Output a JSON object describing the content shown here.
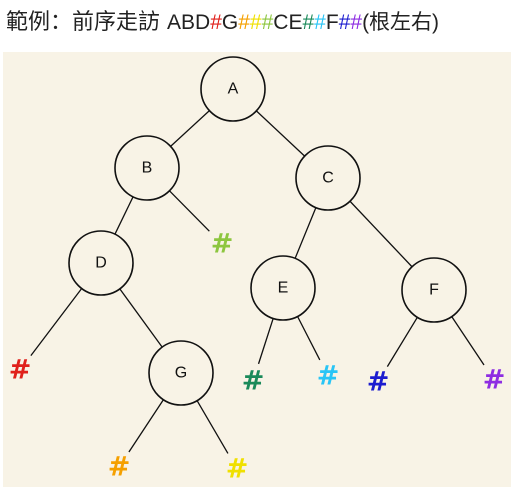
{
  "heading": {
    "prefix": "範例：前序走訪 ",
    "tokens": [
      {
        "text": "A",
        "color": "#222222"
      },
      {
        "text": "B",
        "color": "#222222"
      },
      {
        "text": "D",
        "color": "#222222"
      },
      {
        "text": "#",
        "color": "#e0201b"
      },
      {
        "text": "G",
        "color": "#222222"
      },
      {
        "text": "#",
        "color": "#f5a000"
      },
      {
        "text": "#",
        "color": "#f0e000"
      },
      {
        "text": "#",
        "color": "#8dc63f"
      },
      {
        "text": "C",
        "color": "#222222"
      },
      {
        "text": "E",
        "color": "#222222"
      },
      {
        "text": "#",
        "color": "#1a8a5a"
      },
      {
        "text": "#",
        "color": "#29c5f6"
      },
      {
        "text": "F",
        "color": "#222222"
      },
      {
        "text": "#",
        "color": "#1c1ccf"
      },
      {
        "text": "#",
        "color": "#8e2de2"
      }
    ],
    "suffix": "(根左右)"
  },
  "tree": {
    "nodes": [
      {
        "id": "A",
        "label": "A"
      },
      {
        "id": "B",
        "label": "B"
      },
      {
        "id": "C",
        "label": "C"
      },
      {
        "id": "D",
        "label": "D"
      },
      {
        "id": "E",
        "label": "E"
      },
      {
        "id": "F",
        "label": "F"
      },
      {
        "id": "G",
        "label": "G"
      }
    ],
    "edges": [
      {
        "from": "A",
        "to": "B"
      },
      {
        "from": "A",
        "to": "C"
      },
      {
        "from": "B",
        "to": "D"
      },
      {
        "from": "B",
        "to": "n4"
      },
      {
        "from": "D",
        "to": "n1"
      },
      {
        "from": "D",
        "to": "G"
      },
      {
        "from": "G",
        "to": "n2"
      },
      {
        "from": "G",
        "to": "n3"
      },
      {
        "from": "C",
        "to": "E"
      },
      {
        "from": "C",
        "to": "F"
      },
      {
        "from": "E",
        "to": "n5"
      },
      {
        "from": "E",
        "to": "n6"
      },
      {
        "from": "F",
        "to": "n7"
      },
      {
        "from": "F",
        "to": "n8"
      }
    ],
    "null_markers": [
      {
        "id": "n1",
        "label": "#",
        "color": "#e0201b"
      },
      {
        "id": "n2",
        "label": "#",
        "color": "#f5a000"
      },
      {
        "id": "n3",
        "label": "#",
        "color": "#f0e000"
      },
      {
        "id": "n4",
        "label": "#",
        "color": "#8dc63f"
      },
      {
        "id": "n5",
        "label": "#",
        "color": "#1a8a5a"
      },
      {
        "id": "n6",
        "label": "#",
        "color": "#29c5f6"
      },
      {
        "id": "n7",
        "label": "#",
        "color": "#1c1ccf"
      },
      {
        "id": "n8",
        "label": "#",
        "color": "#8e2de2"
      }
    ]
  }
}
